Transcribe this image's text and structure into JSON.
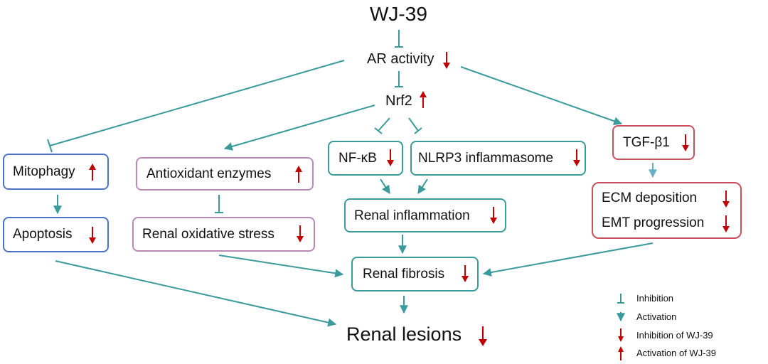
{
  "nodes": {
    "wj39": "WJ-39",
    "ar": "AR activity",
    "nrf2": "Nrf2",
    "mitophagy": "Mitophagy",
    "antioxidant": "Antioxidant enzymes",
    "nfkb": "NF-κB",
    "nlrp3": "NLRP3 inflammasome",
    "tgfb1": "TGF-β1",
    "apoptosis": "Apoptosis",
    "oxstress": "Renal oxidative stress",
    "inflammation": "Renal inflammation",
    "ecm": "ECM deposition",
    "emt": "EMT progression",
    "fibrosis": "Renal fibrosis",
    "lesions": "Renal lesions"
  },
  "legend": {
    "inhibition": "Inhibition",
    "activation": "Activation",
    "inhibition_wj39": "Inhibition of WJ-39",
    "activation_wj39": "Activation of WJ-39"
  },
  "icons": {
    "inhibition": "t-bar-icon",
    "activation": "arrow-icon",
    "down": "red-down-arrow-icon",
    "up": "red-up-arrow-icon"
  },
  "colors": {
    "edge": "#3b9a9c",
    "edge_light": "#6ab0c4",
    "wj39_arrow": "#c00000",
    "blue_box": "#4a73c7",
    "purple_box": "#b88ab5",
    "teal_box": "#3b9a9c",
    "red_box": "#c9505d"
  }
}
